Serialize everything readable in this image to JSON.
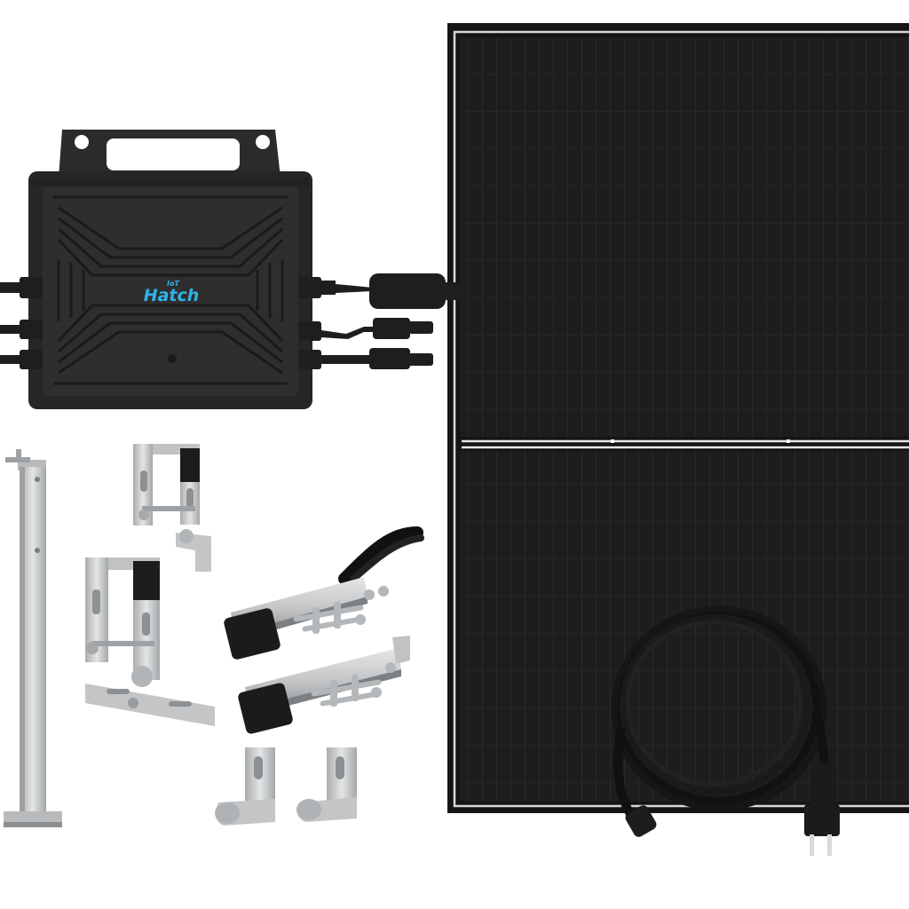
{
  "brand": {
    "logo_small": "IoT",
    "logo_name": "Hatch",
    "logo_color": "#2fb3e6"
  },
  "colors": {
    "panel": "#1c1c1c",
    "panel_frame": "#e8e8e8",
    "inverter": "#2a2a2a",
    "metal": "#c8cacc",
    "cable": "#1a1a1a"
  },
  "items": [
    "solar-panel",
    "micro-inverter",
    "mounting-pole",
    "roof-hook-brackets",
    "adjustable-mounting-arms",
    "l-feet",
    "ac-power-cable"
  ]
}
